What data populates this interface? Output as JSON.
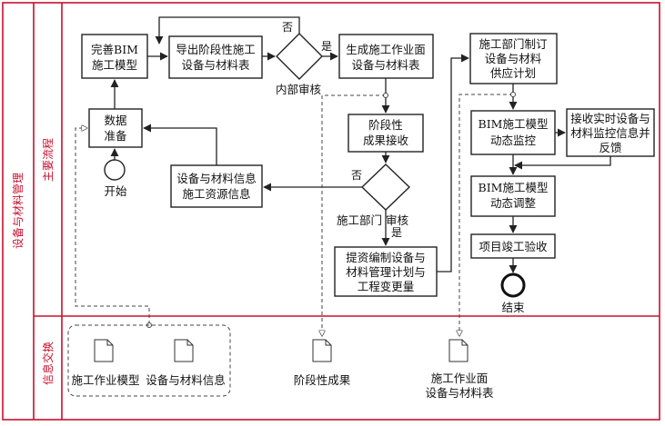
{
  "lanes": {
    "outer": "设备与材料管理",
    "main": "主要流程",
    "info": "信息交换"
  },
  "nodes": {
    "perfect_bim": [
      "完善BIM",
      "施工模型"
    ],
    "export_stage": [
      "导出阶段性施工",
      "设备与材料表"
    ],
    "gen_table": [
      "生成施工作业面",
      "设备与材料表"
    ],
    "supply_plan": [
      "施工部门制订",
      "设备与材料",
      "供应计划"
    ],
    "data_prep": [
      "数据",
      "准备"
    ],
    "stage_result": [
      "阶段性",
      "成果接收"
    ],
    "bim_monitor": [
      "BIM施工模型",
      "动态监控"
    ],
    "receive_info": [
      "接收实时设备与",
      "材料监控信息并",
      "反馈"
    ],
    "equip_info": [
      "设备与材料信息",
      "施工资源信息"
    ],
    "bim_adjust": [
      "BIM施工模型",
      "动态调整"
    ],
    "submit_plan": [
      "提资编制设备与",
      "材料管理计划与",
      "工程变更量"
    ],
    "acceptance": "项目竣工验收",
    "start": "开始",
    "end": "结束"
  },
  "labels": {
    "no_top": "否",
    "yes_top": "是",
    "internal_review": "内部审核",
    "no_mid": "否",
    "dept_review": "施工部门   审核",
    "yes_mid": "是"
  },
  "docs": {
    "model": "施工作业模型",
    "equip": "设备与材料信息",
    "stage": "阶段性成果",
    "face": [
      "施工作业面",
      "设备与材料表"
    ]
  }
}
